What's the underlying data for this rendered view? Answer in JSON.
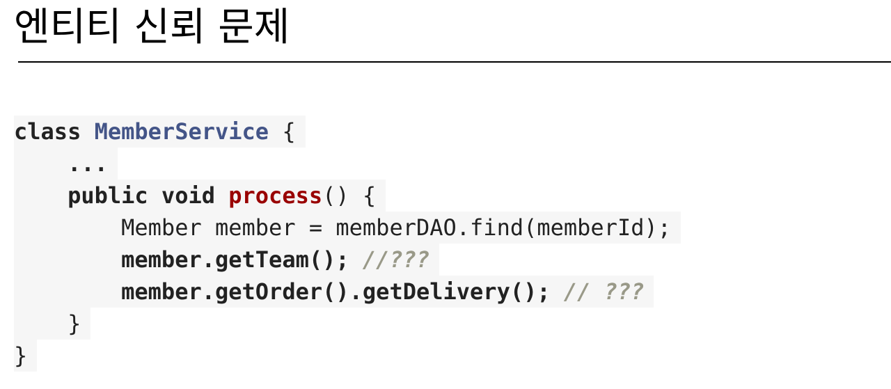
{
  "title": "엔티티 신뢰 문제",
  "code": {
    "line1": {
      "keyword": "class",
      "class_name": "MemberService",
      "brace": "{"
    },
    "line2": {
      "ellipsis": "..."
    },
    "line3": {
      "mod": "public",
      "type": "void",
      "method": "process",
      "parens": "()",
      "brace": "{"
    },
    "line4": {
      "text": "Member member = memberDAO.find(memberId);"
    },
    "line5": {
      "code": "member.getTeam();",
      "comment": "//???"
    },
    "line6": {
      "code": "member.getOrder().getDelivery();",
      "comment": "// ???"
    },
    "line7": {
      "brace": "}"
    },
    "line8": {
      "brace": "}"
    }
  }
}
